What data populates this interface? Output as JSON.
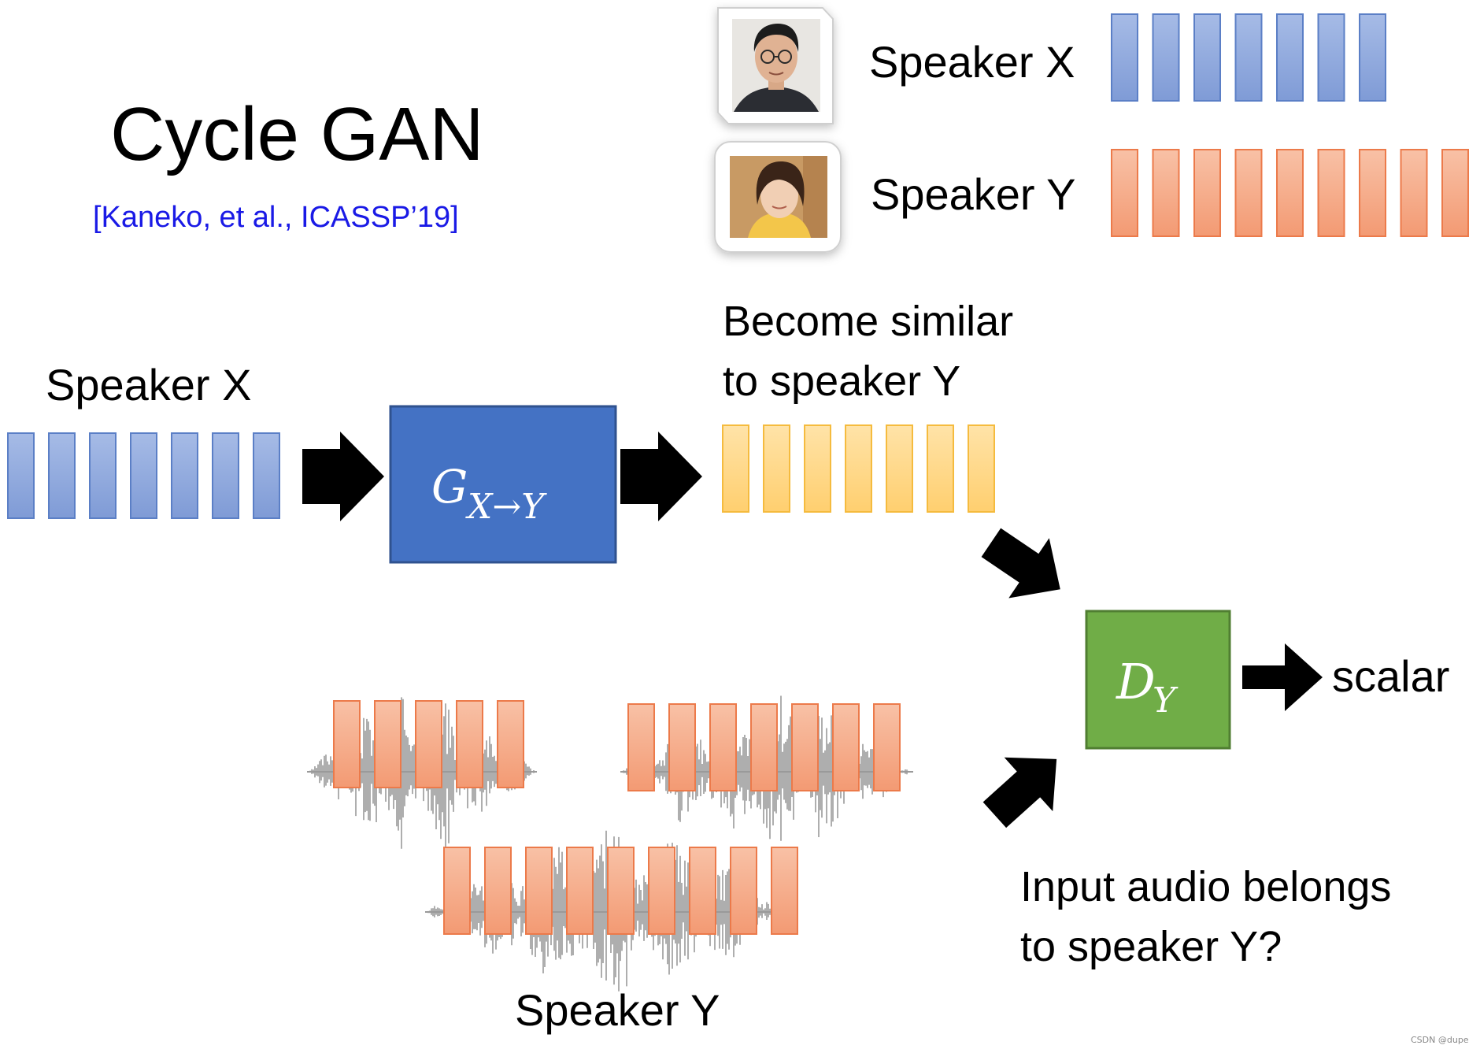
{
  "title": "Cycle GAN",
  "citation": "[Kaneko, et al., ICASSP’19]",
  "legend": {
    "speaker_x": "Speaker X",
    "speaker_y": "Speaker Y"
  },
  "flow": {
    "input_label": "Speaker X",
    "output_label_line1": "Become similar",
    "output_label_line2": "to speaker Y",
    "generator": {
      "symbol": "G",
      "subscript": "X→Y"
    },
    "discriminator": {
      "symbol": "D",
      "subscript": "Y"
    },
    "scalar_label": "scalar",
    "real_samples_label": "Speaker Y",
    "question_line1": "Input audio belongs",
    "question_line2": "to speaker Y?"
  },
  "counts": {
    "legend_x_frames": 7,
    "legend_y_frames": 9,
    "input_frames": 7,
    "output_frames": 7,
    "sample1_frames": 5,
    "sample2_frames": 7,
    "sample3_frames": 9
  },
  "colors": {
    "blue_frame": "#8fa9dc",
    "blue_frame_edge": "#5b7fc6",
    "orange_frame": "#f4a782",
    "orange_frame_edge": "#ec7a4a",
    "yellow_frame": "#ffd27a",
    "yellow_frame_edge": "#f5bb3e",
    "generator_fill": "#4472c4",
    "generator_edge": "#2f528f",
    "discriminator_fill": "#70ad47",
    "discriminator_edge": "#507e32",
    "waveform": "#9a9a9a",
    "citation": "#1a1ae6"
  },
  "icons": {
    "speaker_x_avatar": "man-portrait-icon",
    "speaker_y_avatar": "woman-portrait-icon",
    "arrow": "thick-arrow-icon",
    "waveform": "audio-waveform-icon"
  },
  "watermark": "CSDN @dupei"
}
